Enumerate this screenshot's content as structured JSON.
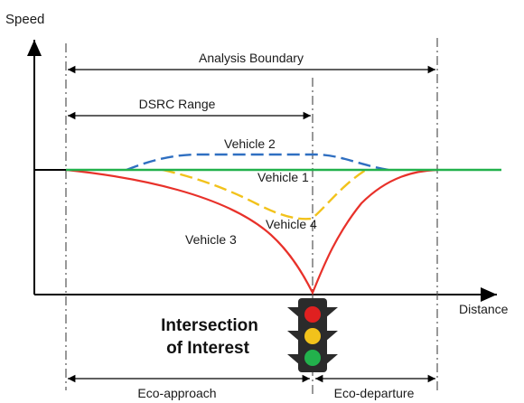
{
  "axes": {
    "y_label": "Speed",
    "x_label": "Distance"
  },
  "ranges": {
    "analysis_boundary": "Analysis Boundary",
    "dsrc_range": "DSRC Range",
    "eco_approach": "Eco-approach",
    "eco_departure": "Eco-departure"
  },
  "vehicles": [
    {
      "label": "Vehicle 1",
      "color": "#22b14c",
      "style": "solid"
    },
    {
      "label": "Vehicle 2",
      "color": "#2f6fc1",
      "style": "dashed"
    },
    {
      "label": "Vehicle 3",
      "color": "#e8312a",
      "style": "solid"
    },
    {
      "label": "Vehicle 4",
      "color": "#f2c21b",
      "style": "dashed"
    }
  ],
  "intersection": {
    "line1": "Intersection",
    "line2": "of Interest",
    "icon": "traffic-light-icon"
  },
  "colors": {
    "axis": "#000000",
    "traffic_light_body": "#2b2b2b",
    "red_light": "#e02020",
    "yellow_light": "#f2c21b",
    "green_light": "#22b14c"
  }
}
